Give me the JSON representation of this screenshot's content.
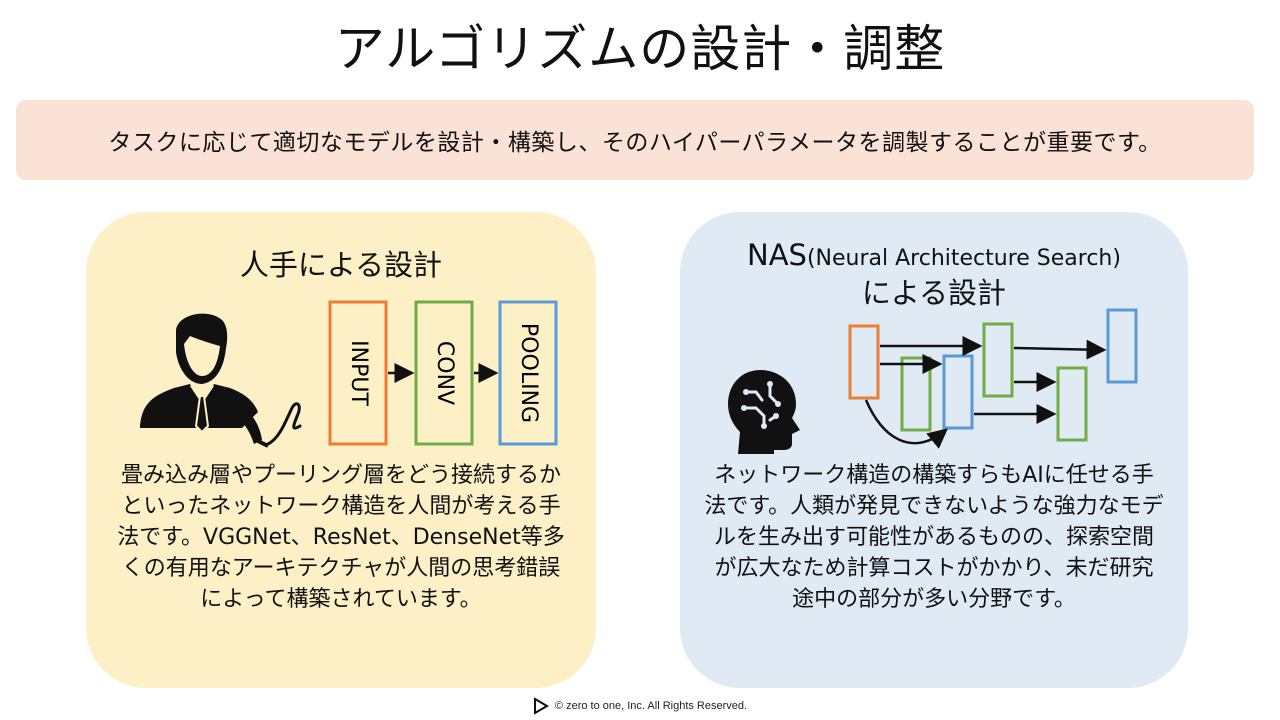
{
  "slide": {
    "title": "アルゴリズムの設計・調整",
    "summary": "タスクに応じて適切なモデルを設計・構築し、そのハイパーパラメータを調製することが重要です。"
  },
  "manual": {
    "title": "人手による設計",
    "blocks": [
      "INPUT",
      "CONV",
      "POOLING"
    ],
    "description": "畳み込み層やプーリング層をどう接続するかといったネットワーク構造を人間が考える手法です。VGGNet、ResNet、DenseNet等多くの有用なアーキテクチャが人間の思考錯誤によって構築されています。"
  },
  "nas": {
    "title_main": "NAS",
    "title_paren": "(Neural Architecture Search)",
    "title_line2": "による設計",
    "description": "ネットワーク構造の構築すらもAIに任せる手法です。人類が発見できないような強力なモデルを生み出す可能性があるものの、探索空間が広大なため計算コストがかかり、未だ研究途中の部分が多い分野です。"
  },
  "footer": {
    "text": "©  zero to one, Inc. All Rights Reserved."
  },
  "colors": {
    "orange": "#ed7d31",
    "green": "#70ad47",
    "blue": "#5b9bd5",
    "banner": "#fbe2d7",
    "left_panel": "#fdf0c6",
    "right_panel": "#dfeaf5"
  },
  "icons": [
    "person-with-pen-icon",
    "ai-head-icon",
    "play-logo-icon"
  ]
}
